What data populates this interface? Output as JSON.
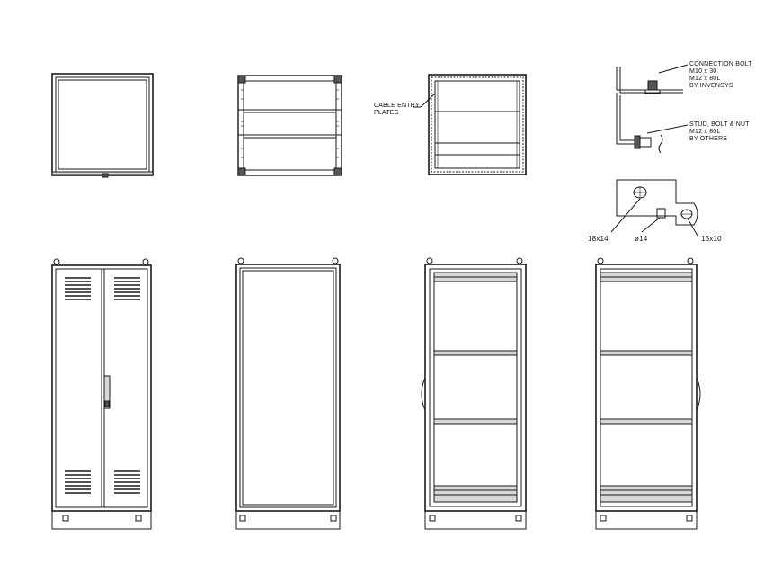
{
  "annotations": {
    "cable_entry": [
      "CABLE ENTRY",
      "PLATES"
    ],
    "connection_bolt": [
      "CONNECTION BOLT",
      "M10 x 30",
      "M12 x 80L",
      "BY INVENSYS"
    ],
    "stud_bolt_nut": [
      "STUD, BOLT & NUT",
      "M12 x 80L",
      "BY OTHERS"
    ],
    "dim_slot": "18x14",
    "dim_hole": "ø14",
    "dim_slot2": "15x10"
  },
  "colors": {
    "line": "#1a1a1a",
    "fill_light": "#d8d8d8",
    "fill_dark": "#555555"
  }
}
